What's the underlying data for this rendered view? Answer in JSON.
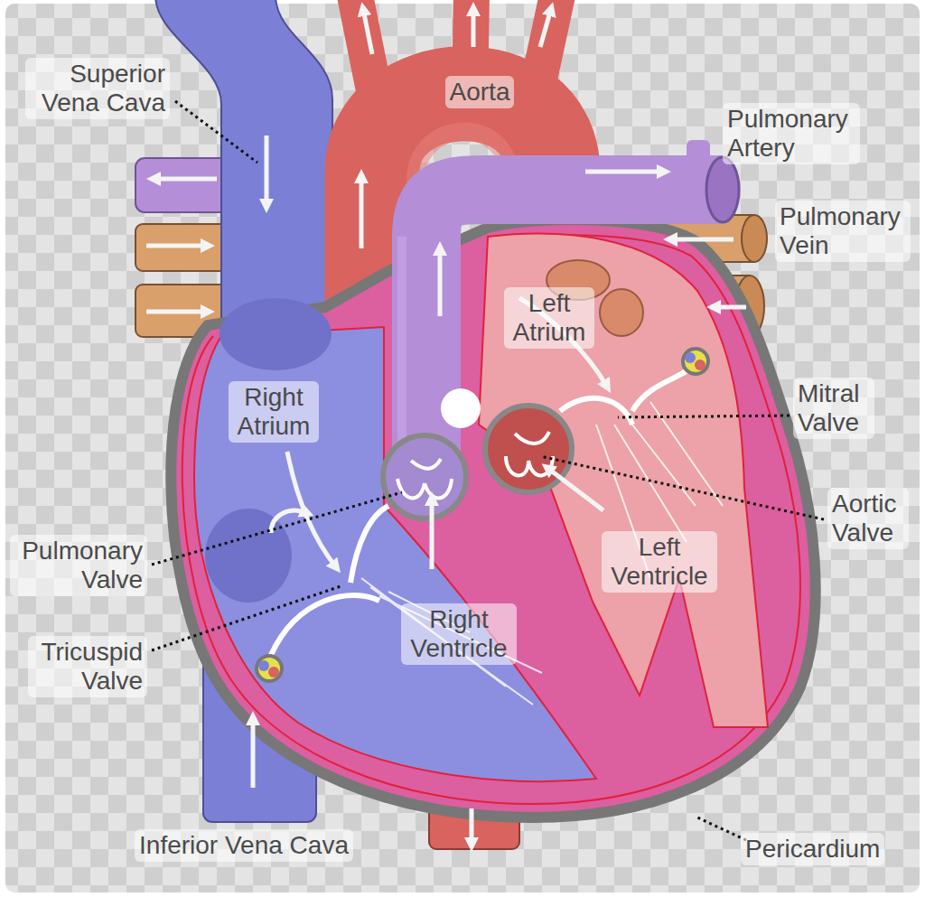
{
  "diagram": {
    "labels": [
      "Superior Vena Cava",
      "Aorta",
      "Pulmonary Artery",
      "Pulmonary Vein",
      "Left Atrium",
      "Right Atrium",
      "Mitral Valve",
      "Aortic Valve",
      "Pulmonary Valve",
      "Left Ventricle",
      "Tricuspid Valve",
      "Right Ventricle",
      "Inferior Vena Cava",
      "Pericardium"
    ]
  }
}
